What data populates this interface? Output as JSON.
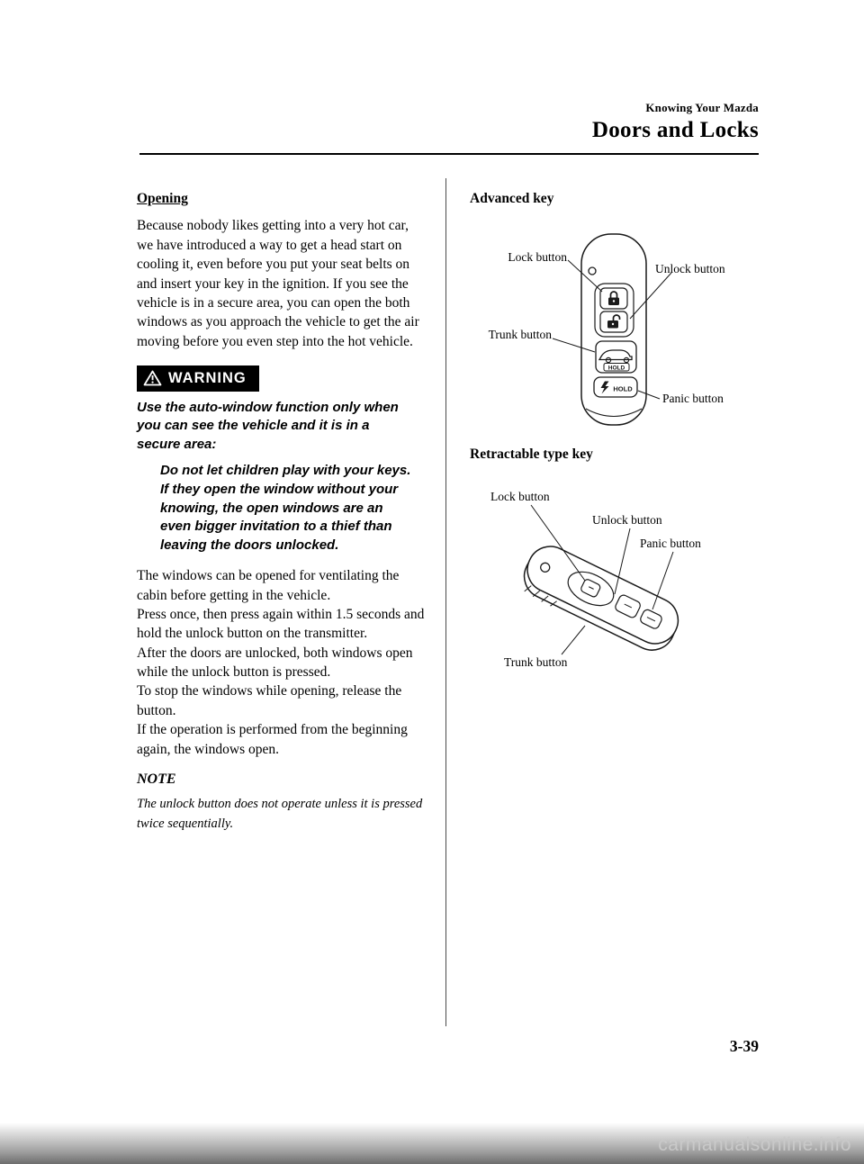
{
  "header": {
    "section": "Knowing Your Mazda",
    "title": "Doors and Locks"
  },
  "left": {
    "opening_heading": "Opening",
    "intro": "Because nobody likes getting into a very hot car, we have introduced a way to get a head start on cooling it, even before you put your seat belts on and insert your key in the ignition. If you see the vehicle is in a secure area, you can open the both windows as you approach the vehicle to get the air moving before you even step into the hot vehicle.",
    "warning_label": "WARNING",
    "warning_lead": "Use the auto-window function only when you can see the vehicle and it is in a secure area:",
    "warning_detail": "Do not let children play with your keys. If they open the window without your knowing, the open windows are an even bigger invitation to a thief than leaving the doors unlocked.",
    "body_paragraphs": [
      "The windows can be opened for ventilating the cabin before getting in the vehicle.",
      "Press once, then press again within 1.5 seconds and hold the unlock button on the transmitter.",
      "After the doors are unlocked, both windows open while the unlock button is pressed.",
      "To stop the windows while opening, release the button.",
      "If the operation is performed from the beginning again, the windows open."
    ],
    "note_heading": "NOTE",
    "note_text": "The unlock button does not operate unless it is pressed twice sequentially."
  },
  "right": {
    "advanced_heading": "Advanced key",
    "retractable_heading": "Retractable type key",
    "hold_label": "HOLD",
    "advanced_labels": {
      "lock": "Lock button",
      "unlock": "Unlock button",
      "trunk": "Trunk button",
      "panic": "Panic button"
    },
    "retractable_labels": {
      "lock": "Lock button",
      "unlock": "Unlock button",
      "panic": "Panic button",
      "trunk": "Trunk button"
    }
  },
  "footer": {
    "page_number": "3-39",
    "watermark": "carmanualsonline.info"
  },
  "colors": {
    "ink": "#1a1a1a",
    "warning_bg": "#000000",
    "watermark_text": "#c9c9c9"
  }
}
